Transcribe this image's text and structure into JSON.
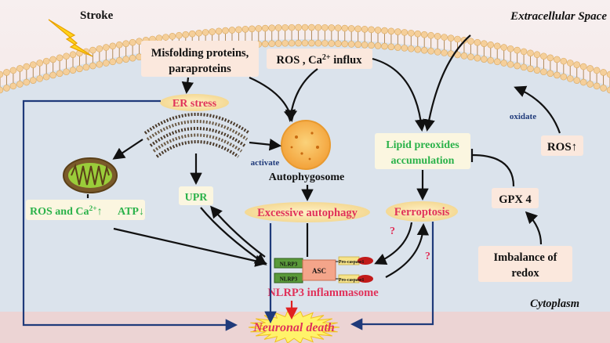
{
  "labels": {
    "stroke": "Stroke",
    "extracellular": "Extracellular Space",
    "cytoplasm": "Cytoplasm",
    "misfolding_line1": "Misfolding proteins,",
    "misfolding_line2": "paraproteins",
    "ros_ca_prefix": "ROS , Ca",
    "ros_ca_sup": "2+",
    "ros_ca_suffix": " influx",
    "er_stress": "ER stress",
    "autophagosome": "Autophygosome",
    "activate": "activate",
    "lipid_line1": "Lipid preoxides",
    "lipid_line2": "accumulation",
    "oxidate": "oxidate",
    "ros_up": "ROS↑",
    "ros_ca_mito_prefix": "ROS and Ca",
    "ros_ca_mito_sup": "2+",
    "ros_ca_mito_arrow": "↑",
    "atp": "ATP↓",
    "upr": "UPR",
    "excessive_autophagy": "Excessive autophagy",
    "ferroptosis": "Ferroptosis",
    "gpx4": "GPX 4",
    "imbalance_line1": "Imbalance of",
    "imbalance_line2": "redox",
    "nlrp3_top": "NLRP3",
    "nlrp3_bottom": "NLRP3",
    "asc": "ASC",
    "pro_casp_top": "Pro-caspase1",
    "pro_casp_bottom": "Pro-caspase1",
    "nlrp3_inflammasome": "NLRP3 inflammasome",
    "neuronal_death": "Neuronal death",
    "question_1": "?",
    "question_2": "?"
  },
  "colors": {
    "membrane_head": "#f5cf9a",
    "cytoplasm": "#dbe3ec",
    "red_label": "#e0325a",
    "green_label": "#2bb24a",
    "navy_arrow": "#1f3a7a",
    "black_arrow": "#111111",
    "ellipse_fill": "#f7dd9a",
    "box_fill": "#fbe8dd"
  }
}
